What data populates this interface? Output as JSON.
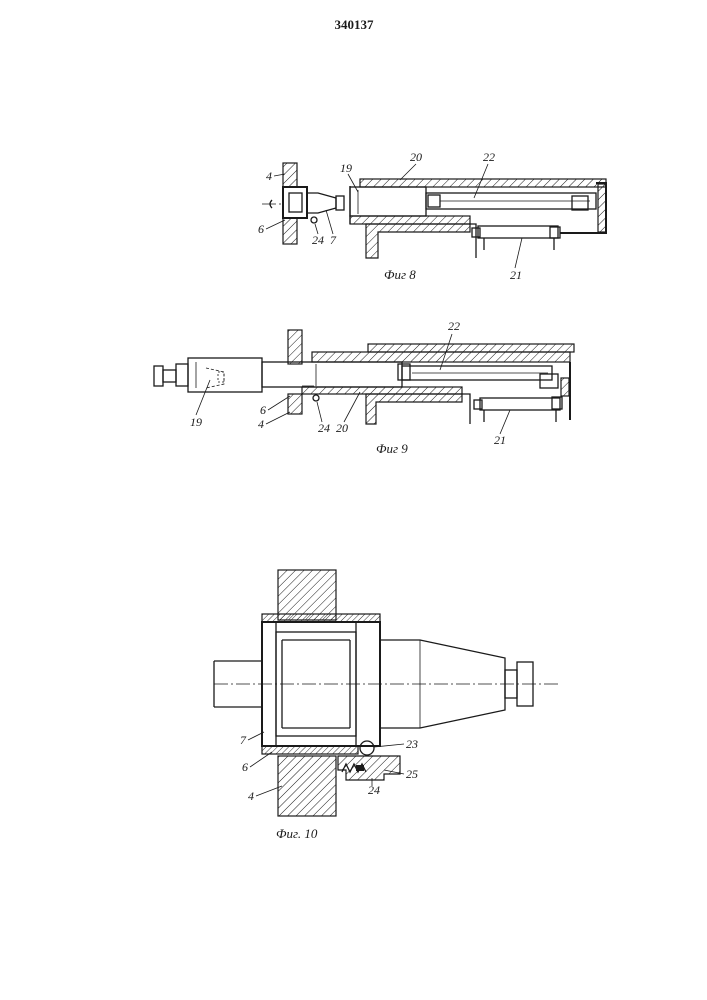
{
  "document": {
    "patent_number": "340137"
  },
  "figure_8": {
    "caption": "Фиг 8",
    "labels": {
      "l4": "4",
      "l6": "6",
      "l24": "24",
      "l7": "7",
      "l19": "19",
      "l20": "20",
      "l22": "22",
      "l21": "21"
    }
  },
  "figure_9": {
    "caption": "Фиг 9",
    "labels": {
      "l22": "22",
      "l19": "19",
      "l6": "6",
      "l4": "4",
      "l24": "24",
      "l20": "20",
      "l21": "21"
    }
  },
  "figure_10": {
    "caption": "Фиг. 10",
    "labels": {
      "l7": "7",
      "l6": "6",
      "l4": "4",
      "l23": "23",
      "l25": "25",
      "l24": "24"
    }
  }
}
